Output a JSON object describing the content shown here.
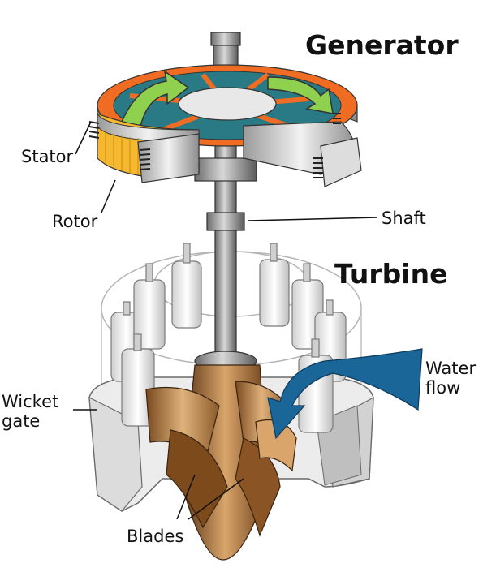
{
  "titles": {
    "generator": "Generator",
    "turbine": "Turbine"
  },
  "labels": {
    "stator": "Stator",
    "rotor": "Rotor",
    "shaft": "Shaft",
    "water_flow_line1": "Water",
    "water_flow_line2": "flow",
    "wicket_gate_line1": "Wicket",
    "wicket_gate_line2": "gate",
    "blades": "Blades"
  },
  "colors": {
    "water_arrow": "#1a6699",
    "rotor_core": "#2a7a86",
    "rotor_ring": "#f06c22",
    "rotor_arrows": "#8fd14f",
    "stator_yellow": "#f5b82e",
    "blade_brown": "#b07a3f",
    "blade_dark": "#6a3b17",
    "metal_gray": "#b9b9b9"
  }
}
